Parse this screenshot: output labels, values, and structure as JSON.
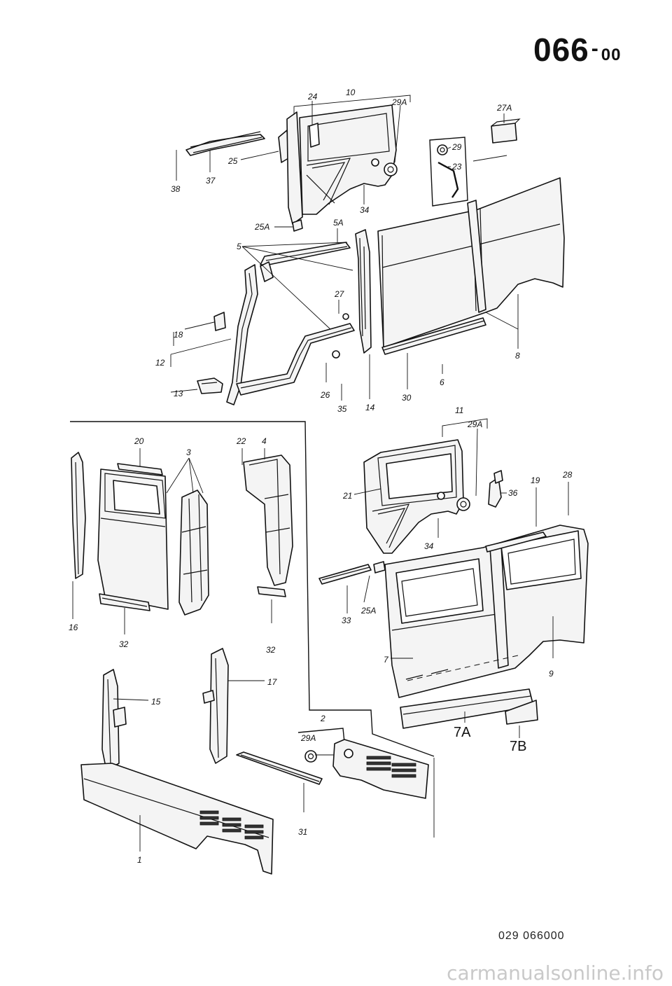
{
  "header": {
    "group_code": "066",
    "dash": "-",
    "sub_code": "00"
  },
  "callouts": {
    "c24": "24",
    "c10": "10",
    "c29A_top": "29A",
    "c27A": "27A",
    "c29": "29",
    "c23": "23",
    "c25": "25",
    "c38": "38",
    "c37": "37",
    "c34_top": "34",
    "c25A_top": "25A",
    "c5A": "5A",
    "c5": "5",
    "c27": "27",
    "c18": "18",
    "c12": "12",
    "c13": "13",
    "c26": "26",
    "c35": "35",
    "c14": "14",
    "c30": "30",
    "c6": "6",
    "c8": "8",
    "c20": "20",
    "c3": "3",
    "c22": "22",
    "c4": "4",
    "c16": "16",
    "c32_left": "32",
    "c32_right": "32",
    "c11": "11",
    "c29A_mid": "29A",
    "c21": "21",
    "c36": "36",
    "c19": "19",
    "c28": "28",
    "c34_mid": "34",
    "c33": "33",
    "c25A_mid": "25A",
    "c7": "7",
    "c9": "9",
    "c15": "15",
    "c17": "17",
    "c2": "2",
    "c29A_bot": "29A",
    "c7A": "7A",
    "c7B": "7B",
    "c31": "31",
    "c1": "1"
  },
  "footer": {
    "reference": "029 066000"
  },
  "watermark": {
    "text": "carmanualsonline.info"
  }
}
